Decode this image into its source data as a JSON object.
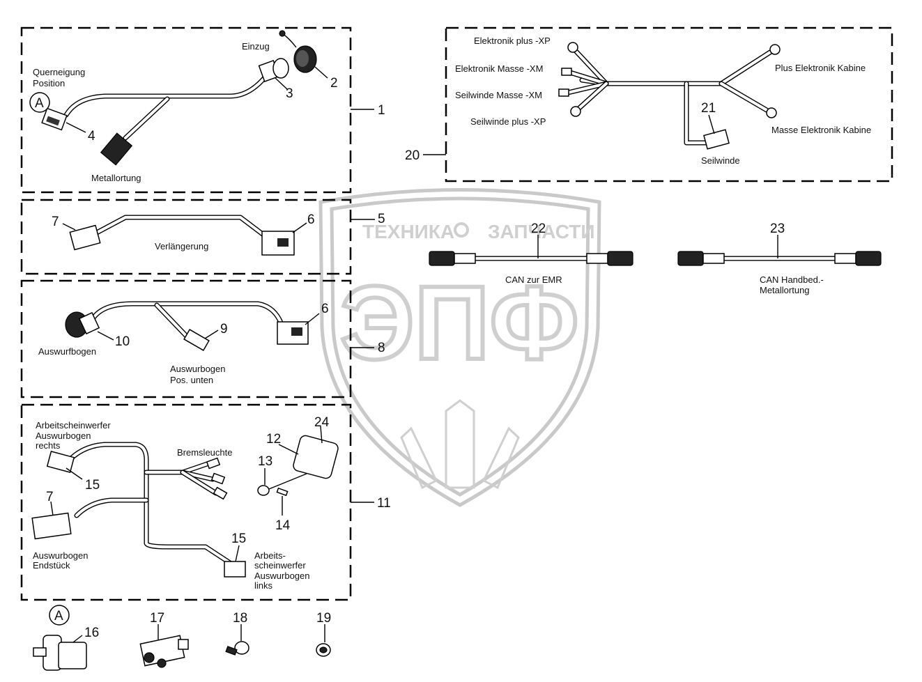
{
  "watermark": {
    "line1_left": "ТЕХНИКА",
    "line1_right": "ЗАПЧАСТИ",
    "logo": "ЭПФ"
  },
  "callouts": {
    "n1": "1",
    "n2": "2",
    "n3": "3",
    "n4": "4",
    "n5": "5",
    "n6a": "6",
    "n6b": "6",
    "n7a": "7",
    "n7b": "7",
    "n8": "8",
    "n9": "9",
    "n10": "10",
    "n11": "11",
    "n12": "12",
    "n13": "13",
    "n14": "14",
    "n15a": "15",
    "n15b": "15",
    "n16": "16",
    "n17": "17",
    "n18": "18",
    "n19": "19",
    "n20": "20",
    "n21": "21",
    "n22": "22",
    "n23": "23",
    "n24": "24",
    "markerA1": "A",
    "markerA2": "A"
  },
  "labels": {
    "einzug": "Einzug",
    "querneigung_1": "Querneigung",
    "querneigung_2": "Position",
    "metallortung": "Metallortung",
    "verlaengerung": "Verlängerung",
    "auswurfbogen": "Auswurfbogen",
    "auswurfbogen_unten_1": "Auswurbogen",
    "auswurfbogen_unten_2": "Pos. unten",
    "arbeit_rechts_1": "Arbeitscheinwerfer",
    "arbeit_rechts_2": "Auswurbogen",
    "arbeit_rechts_3": "rechts",
    "bremsleuchte": "Bremsleuchte",
    "endstueck_1": "Auswurbogen",
    "endstueck_2": "Endstück",
    "arbeit_links_1": "Arbeits-",
    "arbeit_links_2": "scheinwerfer",
    "arbeit_links_3": "Auswurbogen",
    "arbeit_links_4": "links",
    "elektronik_plus": "Elektronik plus -XP",
    "elektronik_masse": "Elektronik Masse -XM",
    "seilwinde_masse": "Seilwinde Masse -XM",
    "seilwinde_plus": "Seilwinde plus -XP",
    "plus_kabine": "Plus Elektronik Kabine",
    "masse_kabine": "Masse Elektronik Kabine",
    "seilwinde": "Seilwinde",
    "can_emr": "CAN zur EMR",
    "can_handbed_1": "CAN Handbed.-",
    "can_handbed_2": "Metallortung"
  }
}
